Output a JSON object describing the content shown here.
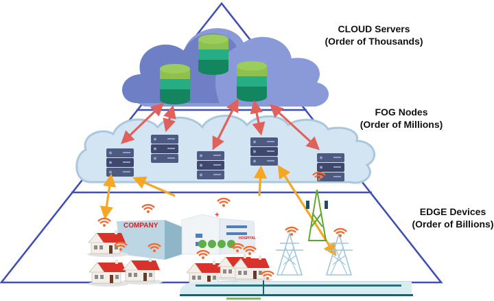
{
  "title": "Cloud-Fog-Edge computing hierarchy",
  "tiers": [
    {
      "name": "CLOUD Servers",
      "scale": "(Order of Thousands)",
      "node_type": "database-server",
      "count_shown": 3
    },
    {
      "name": "FOG Nodes",
      "scale": "(Order of Millions)",
      "node_type": "rack-server",
      "count_shown": 5
    },
    {
      "name": "EDGE Devices",
      "scale": "(Order of Billions)",
      "node_type": "iot-device"
    }
  ],
  "edge_devices": {
    "building_sign": "COMPANY",
    "hospital_sign": "HOSPITAL",
    "items": [
      "house",
      "house",
      "house",
      "company-building",
      "hospital",
      "house",
      "house",
      "house",
      "house",
      "cell-tower",
      "power-pylon",
      "power-pylon",
      "train"
    ]
  },
  "colors": {
    "pyramid_stroke": "#3f4fb5",
    "cloud_dark": "#6f7fc6",
    "cloud_light": "#8a9ad8",
    "fog_fill": "#d3e4f3",
    "fog_stroke": "#a9c8dd",
    "cloud_fog_arrow": "#e0605a",
    "fog_edge_arrow": "#f5a623",
    "server_rack": "#4a5478",
    "db_top": "#8dc04f",
    "db_mid": "#27ad84",
    "db_bottom": "#14865f",
    "wifi": "#f26a2e",
    "roof": "#d9322a"
  }
}
